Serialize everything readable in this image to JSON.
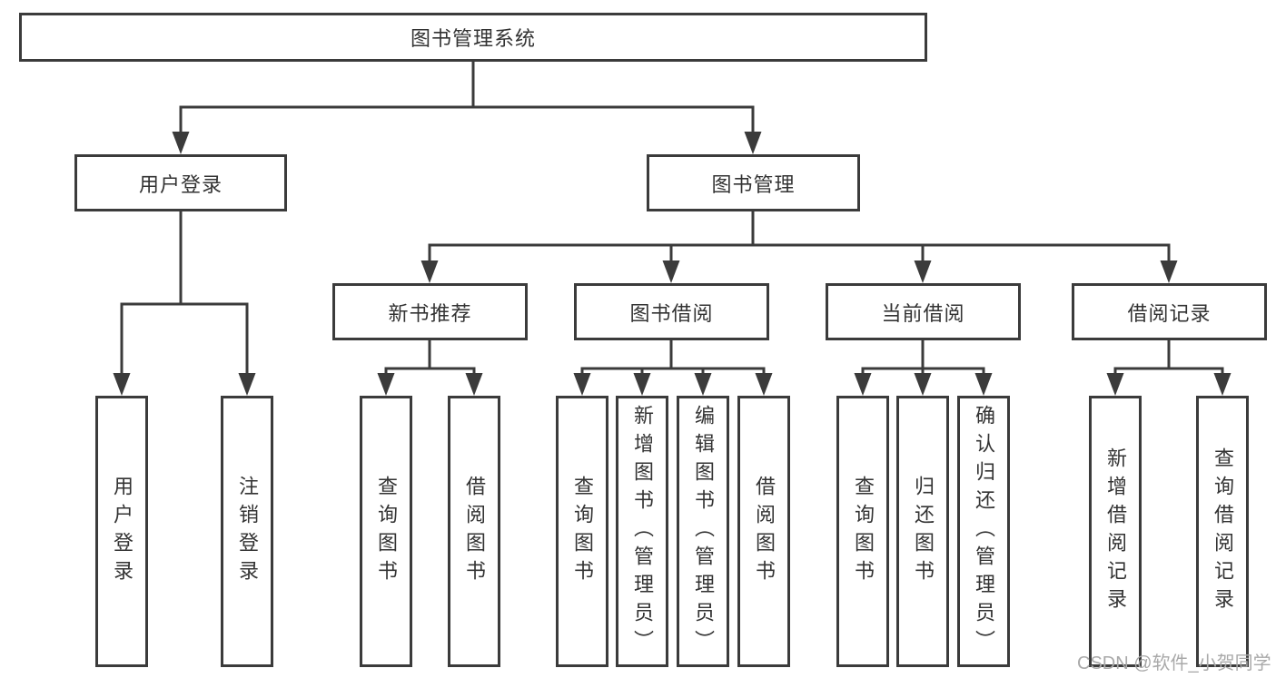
{
  "diagram": {
    "title": "图书管理系统",
    "watermark": "CSDN @软件_小贺同学",
    "user_login": {
      "label": "用户登录",
      "children": [
        "用户登录",
        "注销登录"
      ]
    },
    "book_management": {
      "label": "图书管理",
      "groups": [
        {
          "label": "新书推荐",
          "children": [
            "查询图书",
            "借阅图书"
          ]
        },
        {
          "label": "图书借阅",
          "children": [
            "查询图书",
            "新增图书（管理员）",
            "编辑图书（管理员）",
            "借阅图书"
          ]
        },
        {
          "label": "当前借阅",
          "children": [
            "查询图书",
            "归还图书",
            "确认归还（管理员）"
          ]
        },
        {
          "label": "借阅记录",
          "children": [
            "新增借阅记录",
            "查询借阅记录"
          ]
        }
      ]
    },
    "colors": {
      "line": "#3b3b3b",
      "text": "#333333",
      "box_background": "#ffffff",
      "watermark": "#a9a9a9"
    }
  }
}
